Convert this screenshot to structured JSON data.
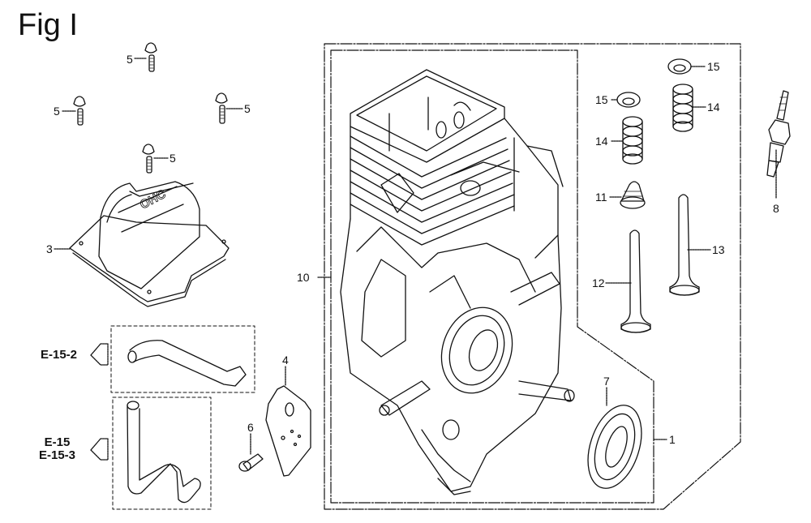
{
  "figure": {
    "title": "Fig I",
    "colors": {
      "line": "#111111",
      "background": "#ffffff",
      "frame": "#222222"
    }
  },
  "callouts": {
    "bolt_top": "5",
    "bolt_left": "5",
    "bolt_right": "5",
    "bolt_lower": "5",
    "head_cover": "3",
    "gasket": "4",
    "screw": "6",
    "cylinder_barrel": "10",
    "oil_seal": "7",
    "short_block": "1",
    "spark_plug": "8",
    "retainer_left": "15",
    "retainer_right": "15",
    "spring_left": "14",
    "spring_right": "14",
    "stem_seal": "11",
    "valve_in": "12",
    "valve_ex": "13"
  },
  "references": [
    {
      "lines": [
        "E-15-2"
      ],
      "arrow": "left-arrow"
    },
    {
      "lines": [
        "E-15",
        "E-15-3"
      ],
      "arrow": "left-arrow"
    }
  ],
  "embossed_text": "OHC"
}
